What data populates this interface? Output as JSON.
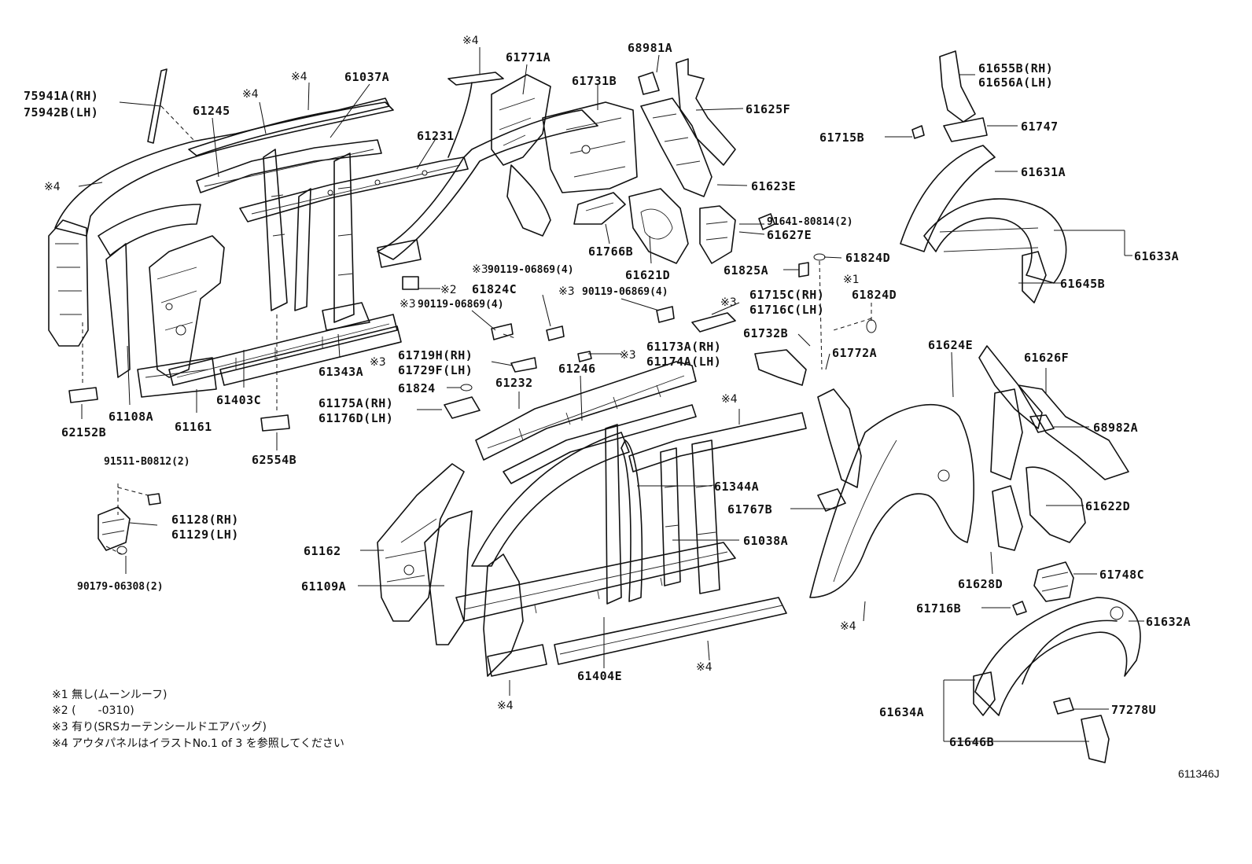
{
  "labels": {
    "l75941A": "75941A(RH)",
    "l75942B": "75942B(LH)",
    "l61245": "61245",
    "l61037A": "61037A",
    "l61231": "61231",
    "l61771A": "61771A",
    "l61731B": "61731B",
    "l68981A": "68981A",
    "l61625F": "61625F",
    "l61623E": "61623E",
    "l61655B": "61655B(RH)",
    "l61656A": "61656A(LH)",
    "l61715B": "61715B",
    "l61747": "61747",
    "l61631A": "61631A",
    "l91641": "91641-80814(2)",
    "l61627E": "61627E",
    "l61766B": "61766B",
    "l61621D": "61621D",
    "l61825A": "61825A",
    "l61824D_a": "61824D",
    "l61633A": "61633A",
    "l61645B": "61645B",
    "l61824C": "61824C",
    "l90119_a": "90119-06869(4)",
    "l90119_b": "90119-06869(4)",
    "l90119_c": "90119-06869(4)",
    "l61715C": "61715C(RH)",
    "l61716C": "61716C(LH)",
    "l61824D_b": "61824D",
    "l61343A": "61343A",
    "l61732B": "61732B",
    "l61772A": "61772A",
    "l61719H": "61719H(RH)",
    "l61729F": "61729F(LH)",
    "l61246": "61246",
    "l61173A": "61173A(RH)",
    "l61174A": "61174A(LH)",
    "l61824": "61824",
    "l61232": "61232",
    "l61175A": "61175A(RH)",
    "l61176D": "61176D(LH)",
    "l61624E": "61624E",
    "l61626F": "61626F",
    "l68982A": "68982A",
    "l62152B": "62152B",
    "l61108A": "61108A",
    "l61161": "61161",
    "l61403C": "61403C",
    "l62554B": "62554B",
    "l91511": "91511-B0812(2)",
    "l61128": "61128(RH)",
    "l61129": "61129(LH)",
    "l90179": "90179-06308(2)",
    "l61344A": "61344A",
    "l61767B": "61767B",
    "l61622D": "61622D",
    "l61162": "61162",
    "l61038A": "61038A",
    "l61109A": "61109A",
    "l61628D": "61628D",
    "l61748C": "61748C",
    "l61716B": "61716B",
    "l61632A": "61632A",
    "l61404E": "61404E",
    "l61634A": "61634A",
    "l77278U": "77278U",
    "l61646B": "61646B"
  },
  "marks": {
    "m4": "※4",
    "m3": "※3",
    "m2": "※2",
    "m1": "※1"
  },
  "notes": [
    "※1 無し(ムーンルーフ)",
    "※2 (　　-0310)",
    "※3 有り(SRSカーテンシールドエアバッグ)",
    "※4 アウタパネルはイラストNo.1 of 3 を参照してください"
  ],
  "illustration_code": "611346J"
}
